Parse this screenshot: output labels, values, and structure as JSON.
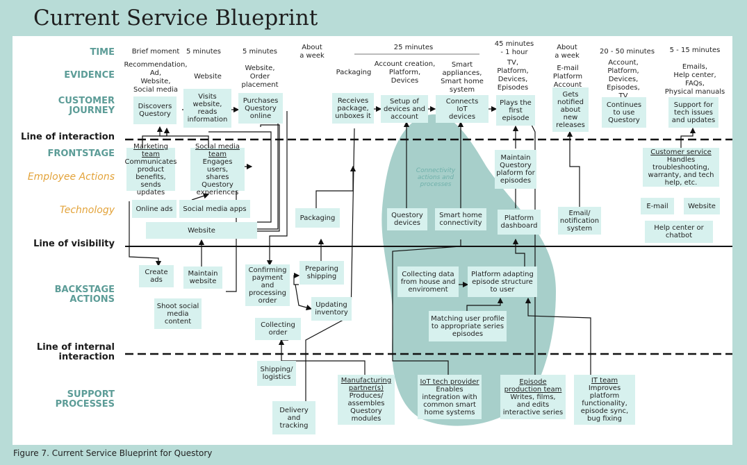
{
  "title": "Current Service Blueprint",
  "caption": "Figure 7. Current Service Blueprint for Questory",
  "sections": {
    "time": "TIME",
    "evidence": "EVIDENCE",
    "customer_journey": "CUSTOMER\nJOURNEY",
    "line_interaction": "Line of interaction",
    "frontstage": "FRONTSTAGE",
    "employee_actions": "Employee Actions",
    "technology": "Technology",
    "line_visibility": "Line of visibility",
    "backstage": "BACKSTAGE\nACTIONS",
    "line_internal": "Line of internal\ninteraction",
    "support": "SUPPORT\nPROCESSES"
  },
  "time": [
    "Brief moment",
    "5 minutes",
    "5 minutes",
    "About\na week",
    "25 minutes",
    "45 minutes\n- 1 hour",
    "About\na week",
    "20 - 50 minutes",
    "5 - 15 minutes"
  ],
  "evidence": [
    "Recommendation,\nAd,\nWebsite,\nSocial media",
    "Website",
    "Website,\nOrder\nplacement",
    "Packaging",
    "Account creation,\nPlatform,\nDevices",
    "Smart\nappliances,\nSmart home\nsystem",
    "TV,\nPlatform,\nDevices,\nEpisodes",
    "E-mail\nPlatform\nAccount",
    "Account,\nPlatform,\nDevices,\nEpisodes,\nTV",
    "Emails,\nHelp center,\nFAQs,\nPhysical manuals"
  ],
  "journey": [
    "Discovers\nQuestory",
    "Visits\nwebsite,\nreads\ninformation",
    "Purchases\nQuestory\nonline",
    "Receives\npackage,\nunboxes it",
    "Setup of\ndevices and\naccount",
    "Connects\nIoT\ndevices",
    "Plays the\nfirst\nepisode",
    "Gets\nnotified\nabout\nnew\nreleases",
    "Continues\nto use\nQuestory",
    "Support for\ntech issues\nand updates"
  ],
  "frontstage": {
    "marketing_head": "Marketing team",
    "marketing_body": "Communicates\nproduct\nbenefits, sends\nupdates",
    "social_head": "Social media\nteam",
    "social_body": "Engages users,\nshares Questory\nexperiences",
    "maintain_platform": "Maintain\nQuestory\nplaform for\nepisodes",
    "cs_head": "Customer service",
    "cs_body": "Handles\ntroubleshooting,\nwarranty, and tech\nhelp, etc."
  },
  "technology": {
    "online_ads": "Online ads",
    "social_apps": "Social media apps",
    "website": "Website",
    "packaging": "Packaging",
    "questory_devices": "Questory\ndevices",
    "smart_home": "Smart home\nconnectivity",
    "platform_dashboard": "Platform\ndashboard",
    "email_system": "Email/\nnotification\nsystem",
    "email": "E-mail",
    "website2": "Website",
    "help_center": "Help center or\nchatbot"
  },
  "connectivity": "Connectivity\nactions and\nprocesses",
  "backstage": {
    "create_ads": "Create\nads",
    "maintain_website": "Maintain\nwebsite",
    "shoot_social": "Shoot social\nmedia\ncontent",
    "confirm_payment": "Confirming\npayment\nand\nprocessing\norder",
    "preparing_shipping": "Preparing\nshipping",
    "updating_inventory": "Updating\ninventory",
    "collecting_order": "Collecting\norder",
    "collecting_data": "Collecting data\nfrom house and\nenviroment",
    "platform_adapting": "Platform adapting\nepisode structure\nto user",
    "matching_profile": "Matching user profile\nto appropriate series\nepisodes"
  },
  "support": {
    "shipping": "Shipping/\nlogistics",
    "delivery": "Delivery\nand\ntracking",
    "mfg_head": "Manufacturing\npartner(s)",
    "mfg_body": "Produces/\nassembles\nQuestory\nmodules",
    "iot_head": "IoT tech provider",
    "iot_body": "Enables\nintegration with\ncommon smart\nhome systems",
    "episode_head": "Episode\nproduction team",
    "episode_body": "Writes, films,\nand edits\ninteractive series",
    "it_head": "IT team",
    "it_body": "Improves\nplatform\nfunctionality,\nepisode sync,\nbug fixing"
  },
  "colors": {
    "bg": "#b8dcd7",
    "box": "#d7f1ee",
    "blob": "#a7cfca",
    "section": "#5c9c97",
    "orange": "#e3a33a"
  }
}
